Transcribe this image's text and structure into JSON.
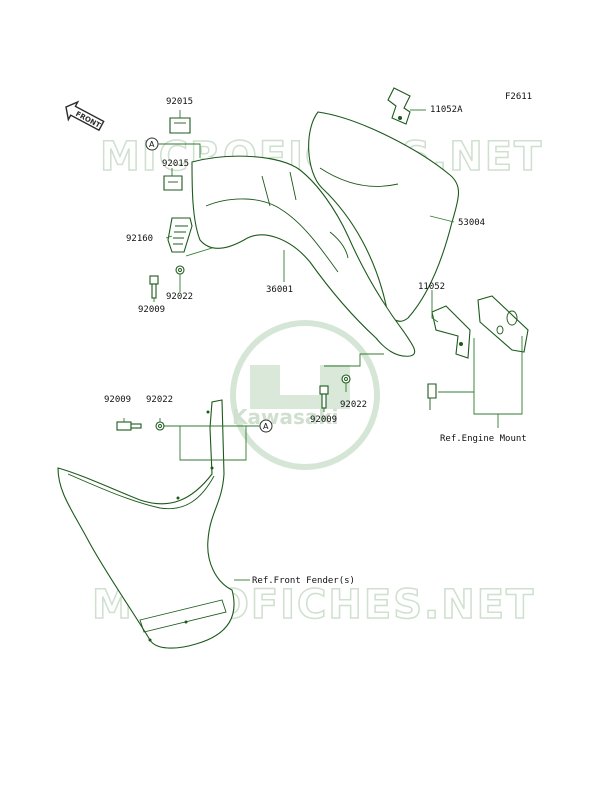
{
  "figure_code": "F2611",
  "front_arrow_label": "FRONT",
  "watermark": {
    "site_text": "MICROFICHES.NET",
    "brand_text": "Kawasaki"
  },
  "ref_marker": "A",
  "parts": {
    "p11052A": "11052A",
    "p92015_top": "92015",
    "p92015_mid": "92015",
    "p53004": "53004",
    "p92160": "92160",
    "p36001": "36001",
    "p92022_top": "92022",
    "p92009_top": "92009",
    "p11052": "11052",
    "p92022_mid": "92022",
    "p92009_mid": "92009",
    "p92009_left": "92009",
    "p92022_left": "92022"
  },
  "references": {
    "engine_mount": "Ref.Engine Mount",
    "front_fender": "Ref.Front Fender(s)"
  },
  "colors": {
    "line": "#1c5a1c",
    "leader": "#2f7a2f",
    "watermark": "#cfe0cf"
  }
}
